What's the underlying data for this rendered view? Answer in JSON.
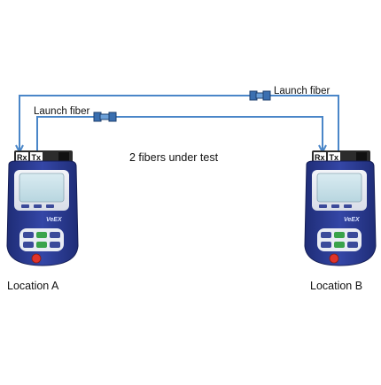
{
  "diagram": {
    "top_fiber_label": "Launch fiber",
    "left_fiber_label": "Launch fiber",
    "center_label": "2 fibers under test",
    "device_a": {
      "location_label": "Location A",
      "port_rx": "Rx",
      "port_tx": "Tx",
      "brand": "VeEX"
    },
    "device_b": {
      "location_label": "Location B",
      "port_rx": "Rx",
      "port_tx": "Tx",
      "brand": "VeEX"
    }
  },
  "colors": {
    "fiber": "#4a86c8",
    "device_body": "#2a3a8c",
    "device_face": "#e8ecf2",
    "screen": "#cfe3ea",
    "keypad": "#3b4a9a",
    "green_key": "#3aa34a",
    "power_key": "#e0332a",
    "port_block": "#2c2c2c"
  }
}
